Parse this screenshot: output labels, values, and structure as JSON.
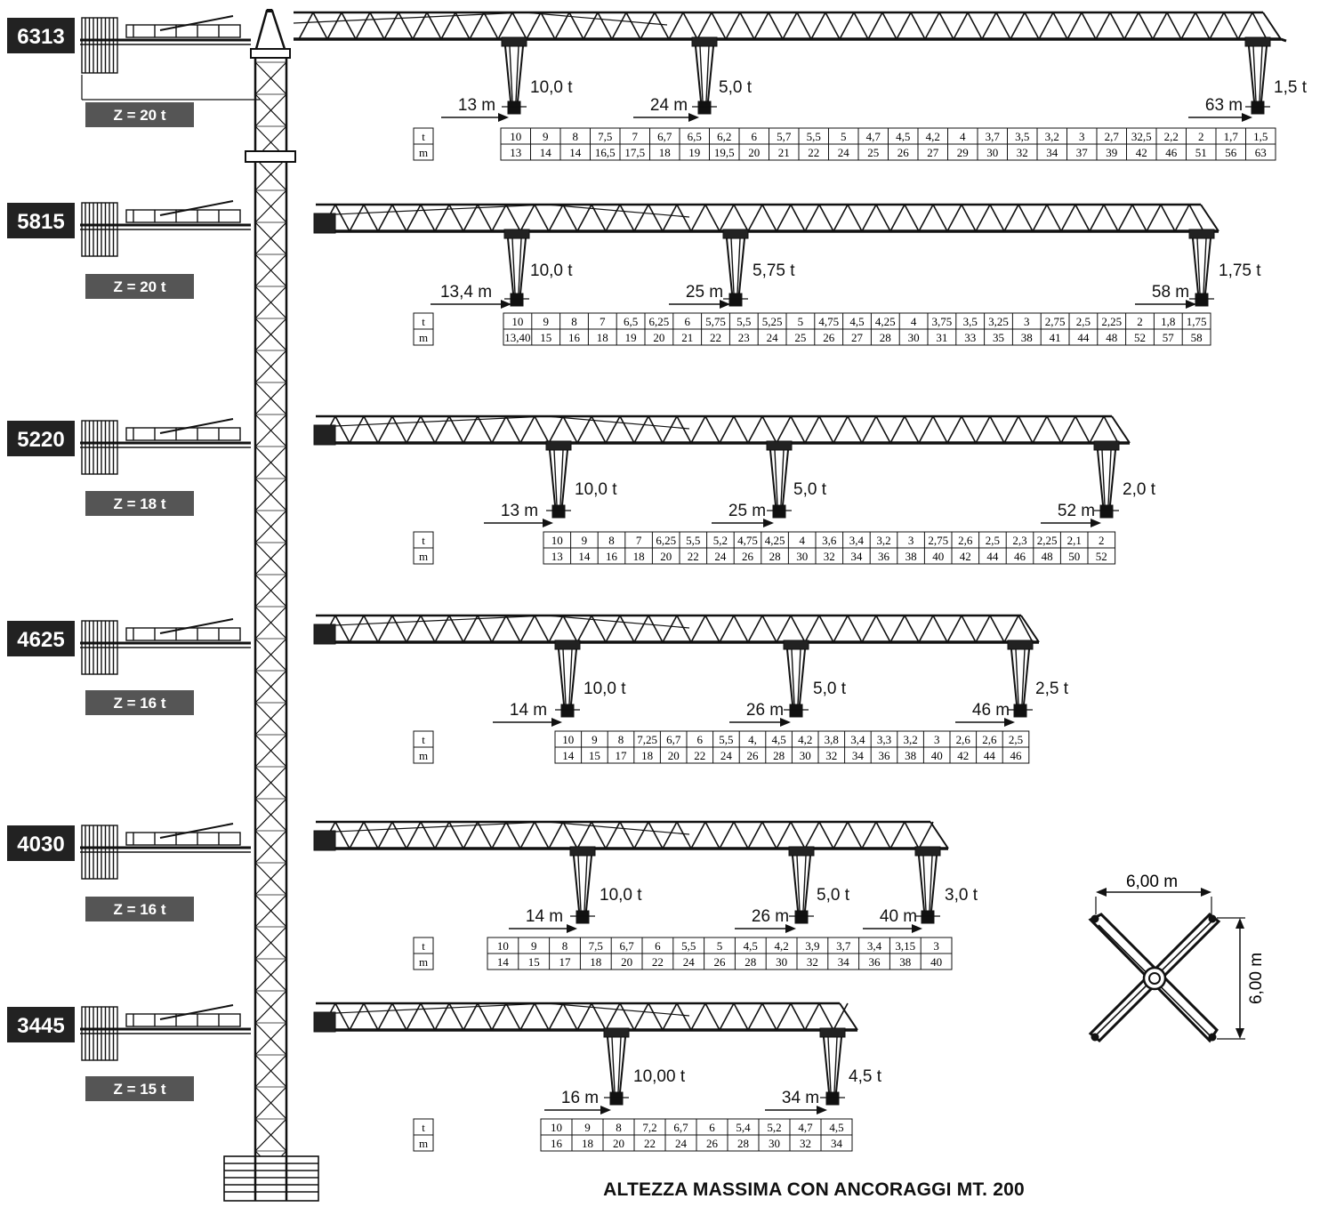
{
  "models": [
    {
      "id": "6313",
      "ballast": "Z = 20  t",
      "loads": [
        {
          "radius": "13 m",
          "capacity": "10,0 t"
        },
        {
          "radius": "24 m",
          "capacity": "5,0 t"
        },
        {
          "radius": "63 m",
          "capacity": "1,5 t"
        }
      ],
      "t": [
        "10",
        "9",
        "8",
        "7,5",
        "7",
        "6,7",
        "6,5",
        "6,2",
        "6",
        "5,7",
        "5,5",
        "5",
        "4,7",
        "4,5",
        "4,2",
        "4",
        "3,7",
        "3,5",
        "3,2",
        "3",
        "2,7",
        "32,5",
        "2,2",
        "2",
        "1,7",
        "1,5"
      ],
      "m": [
        "13",
        "14",
        "14",
        "16,5",
        "17,5",
        "18",
        "19",
        "19,5",
        "20",
        "21",
        "22",
        "24",
        "25",
        "26",
        "27",
        "29",
        "30",
        "32",
        "34",
        "37",
        "39",
        "42",
        "46",
        "51",
        "56",
        "63"
      ]
    },
    {
      "id": "5815",
      "ballast": "Z = 20  t",
      "loads": [
        {
          "radius": "13,4  m",
          "capacity": "10,0 t"
        },
        {
          "radius": "25 m",
          "capacity": "5,75 t"
        },
        {
          "radius": "58 m",
          "capacity": "1,75 t"
        }
      ],
      "t": [
        "10",
        "9",
        "8",
        "7",
        "6,5",
        "6,25",
        "6",
        "5,75",
        "5,5",
        "5,25",
        "5",
        "4,75",
        "4,5",
        "4,25",
        "4",
        "3,75",
        "3,5",
        "3,25",
        "3",
        "2,75",
        "2,5",
        "2,25",
        "2",
        "1,8",
        "1,75"
      ],
      "m": [
        "13,40",
        "15",
        "16",
        "18",
        "19",
        "20",
        "21",
        "22",
        "23",
        "24",
        "25",
        "26",
        "27",
        "28",
        "30",
        "31",
        "33",
        "35",
        "38",
        "41",
        "44",
        "48",
        "52",
        "57",
        "58"
      ]
    },
    {
      "id": "5220",
      "ballast": "Z = 18  t",
      "loads": [
        {
          "radius": "13  m",
          "capacity": "10,0 t"
        },
        {
          "radius": "25 m",
          "capacity": "5,0 t"
        },
        {
          "radius": "52 m",
          "capacity": "2,0 t"
        }
      ],
      "t": [
        "10",
        "9",
        "8",
        "7",
        "6,25",
        "5,5",
        "5,2",
        "4,75",
        "4,25",
        "4",
        "3,6",
        "3,4",
        "3,2",
        "3",
        "2,75",
        "2,6",
        "2,5",
        "2,3",
        "2,25",
        "2,1",
        "2"
      ],
      "m": [
        "13",
        "14",
        "16",
        "18",
        "20",
        "22",
        "24",
        "26",
        "28",
        "30",
        "32",
        "34",
        "36",
        "38",
        "40",
        "42",
        "44",
        "46",
        "48",
        "50",
        "52"
      ]
    },
    {
      "id": "4625",
      "ballast": "Z = 16  t",
      "loads": [
        {
          "radius": "14  m",
          "capacity": "10,0 t"
        },
        {
          "radius": "26 m",
          "capacity": "5,0 t"
        },
        {
          "radius": "46 m",
          "capacity": "2,5  t"
        }
      ],
      "t": [
        "10",
        "9",
        "8",
        "7,25",
        "6,7",
        "6",
        "5,5",
        "4,",
        "4,5",
        "4,2",
        "3,8",
        "3,4",
        "3,3",
        "3,2",
        "3",
        "2,6",
        "2,6",
        "2,5"
      ],
      "m": [
        "14",
        "15",
        "17",
        "18",
        "20",
        "22",
        "24",
        "26",
        "28",
        "30",
        "32",
        "34",
        "36",
        "38",
        "40",
        "42",
        "44",
        "46"
      ]
    },
    {
      "id": "4030",
      "ballast": "Z = 16  t",
      "loads": [
        {
          "radius": "14  m",
          "capacity": "10,0 t"
        },
        {
          "radius": "26 m",
          "capacity": "5,0 t"
        },
        {
          "radius": "40 m",
          "capacity": "3,0  t"
        }
      ],
      "t": [
        "10",
        "9",
        "8",
        "7,5",
        "6,7",
        "6",
        "5,5",
        "5",
        "4,5",
        "4,2",
        "3,9",
        "3,7",
        "3,4",
        "3,15",
        "3"
      ],
      "m": [
        "14",
        "15",
        "17",
        "18",
        "20",
        "22",
        "24",
        "26",
        "28",
        "30",
        "32",
        "34",
        "36",
        "38",
        "40"
      ]
    },
    {
      "id": "3445",
      "ballast": "Z = 15  t",
      "loads": [
        {
          "radius": "16  m",
          "capacity": "10,00 t"
        },
        {
          "radius": "34 m",
          "capacity": "4,5  t"
        }
      ],
      "t": [
        "10",
        "9",
        "8",
        "7,2",
        "6,7",
        "6",
        "5,4",
        "5,2",
        "4,7",
        "4,5"
      ],
      "m": [
        "16",
        "18",
        "20",
        "22",
        "24",
        "26",
        "28",
        "30",
        "32",
        "34"
      ]
    }
  ],
  "unit_labels": {
    "load": "t",
    "radius": "m"
  },
  "base": {
    "width": "6,00 m",
    "depth": "6,00 m"
  },
  "footer": "ALTEZZA MASSIMA CON ANCORAGGI MT. 200"
}
